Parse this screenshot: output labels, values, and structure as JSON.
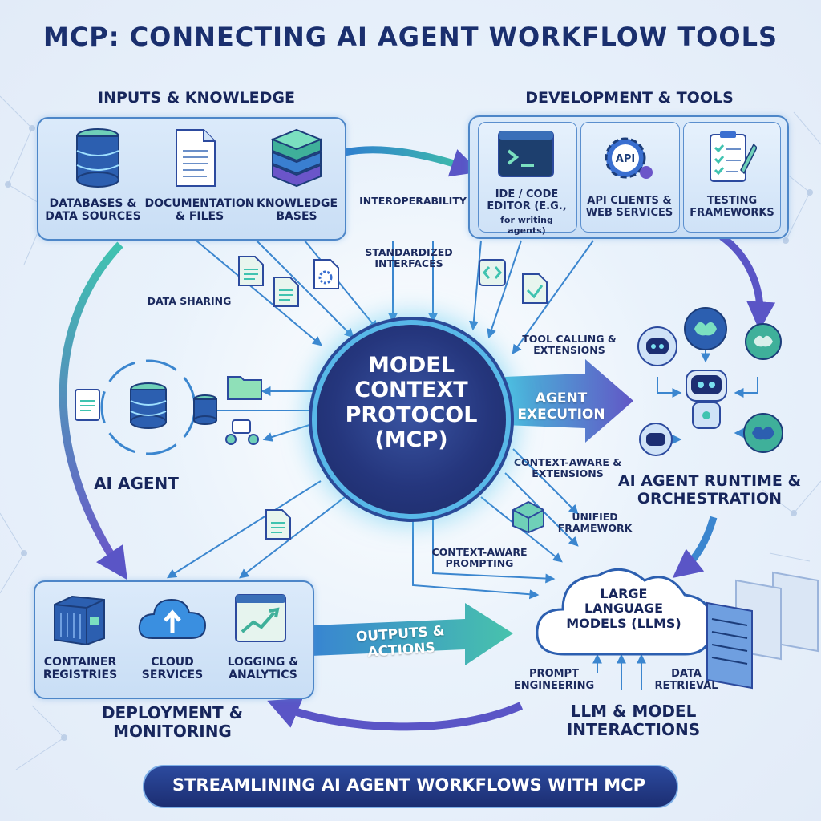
{
  "title": "MCP: CONNECTING AI AGENT WORKFLOW TOOLS",
  "hub": {
    "label": "MODEL CONTEXT PROTOCOL (MCP)"
  },
  "sections": {
    "inputs": "INPUTS & KNOWLEDGE",
    "development": "DEVELOPMENT & TOOLS",
    "agent": "AI AGENT",
    "runtime": "AI AGENT RUNTIME & ORCHESTRATION",
    "deployment": "DEPLOYMENT & MONITORING",
    "llm": "LLM & MODEL INTERACTIONS"
  },
  "inputs_items": [
    {
      "label": "DATABASES & DATA SOURCES",
      "icon": "database-icon"
    },
    {
      "label": "DOCUMENTATION & FILES",
      "icon": "document-icon"
    },
    {
      "label": "KNOWLEDGE BASES",
      "icon": "stack-icon"
    }
  ],
  "dev_items": [
    {
      "label": "IDE / CODE EDITOR (e.g.,",
      "sub": "for writing agents)",
      "icon": "terminal-icon"
    },
    {
      "label": "API CLIENTS & WEB SERVICES",
      "icon": "api-gear-icon"
    },
    {
      "label": "TESTING FRAMEWORKS",
      "icon": "checklist-icon"
    }
  ],
  "deploy_items": [
    {
      "label": "CONTAINER REGISTRIES",
      "icon": "container-icon"
    },
    {
      "label": "CLOUD SERVICES",
      "icon": "cloud-upload-icon"
    },
    {
      "label": "LOGGING & ANALYTICS",
      "icon": "chart-window-icon"
    }
  ],
  "llm_cloud": "LARGE LANGUAGE MODELS (LLMs)",
  "connectors": {
    "interoperability": "INTEROPERABILITY",
    "standardized": "STANDARDIZED INTERFACES",
    "data_sharing": "DATA SHARING",
    "tool_calling": "TOOL CALLING & EXTENSIONS",
    "agent_execution": "AGENT EXECUTION",
    "context_ext": "CONTEXT-AWARE & EXTENSIONS",
    "unified": "UNIFIED FRAMEWORK",
    "context_prompt": "CONTEXT-AWARE PROMPTING",
    "outputs": "OUTPUTS & ACTIONS",
    "prompt_eng": "PROMPT ENGINEERING",
    "data_retrieval": "DATA RETRIEVAL"
  },
  "footer": "STREAMLINING AI AGENT WORKFLOWS WITH MCP",
  "colors": {
    "navy": "#1a2f6e",
    "blue": "#3b7fd0",
    "teal": "#3fc3b0",
    "purple": "#6b55c9",
    "hub": "#25367d"
  }
}
